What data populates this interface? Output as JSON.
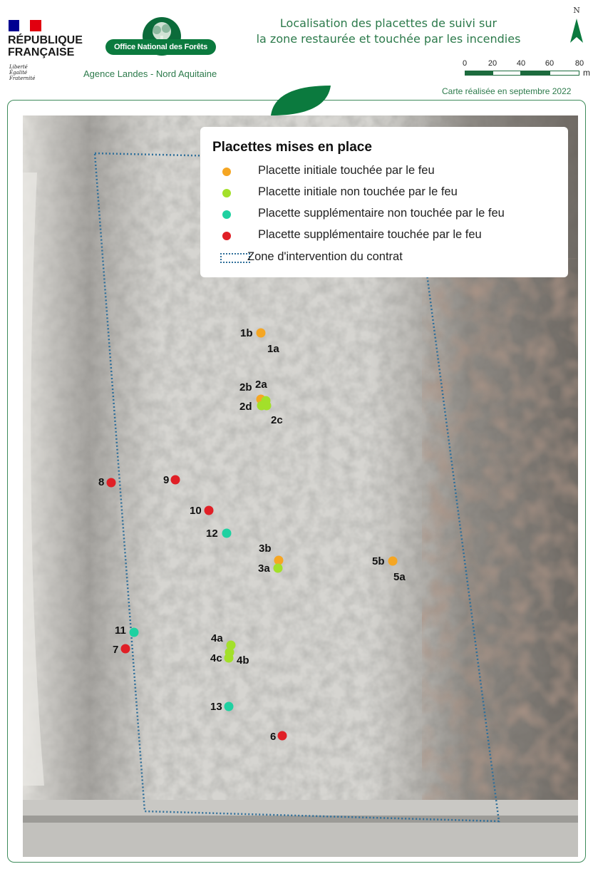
{
  "header": {
    "republique_line1": "RÉPUBLIQUE",
    "republique_line2": "FRANÇAISE",
    "motto_1": "Liberté",
    "motto_2": "Égalité",
    "motto_3": "Fraternité",
    "onf_logo_text": "Office National des Forêts",
    "agence": "Agence Landes - Nord Aquitaine",
    "title_line1": "Localisation des placettes de suivi sur",
    "title_line2": "la zone restaurée et touchée par les incendies",
    "north_label": "N",
    "scale_labels": [
      "0",
      "20",
      "40",
      "60",
      "80"
    ],
    "scale_unit": "m",
    "date_text": "Carte réalisée en  septembre 2022"
  },
  "colors": {
    "initiale_touchee": "#f5a623",
    "initiale_non_touchee": "#a3e02a",
    "supp_non_touchee": "#1fd1a1",
    "supp_touchee": "#e01f26",
    "zone": "#2f6f9a",
    "onf_green": "#0b7a3e"
  },
  "legend": {
    "title": "Placettes mises en place",
    "items": [
      {
        "label": "Placette initiale touchée par le feu",
        "color": "#f5a623"
      },
      {
        "label": "Placette initiale non touchée par le feu",
        "color": "#a3e02a"
      },
      {
        "label": "Placette supplémentaire non touchée par le feu",
        "color": "#1fd1a1"
      },
      {
        "label": "Placette supplémentaire touchée par le feu",
        "color": "#e01f26"
      }
    ],
    "zone_label": "Zone d'intervention du contrat"
  },
  "plots": {
    "p1b": "1b",
    "p1a": "1a",
    "p2b": "2b",
    "p2a": "2a",
    "p2d": "2d",
    "p2c": "2c",
    "p8": "8",
    "p9": "9",
    "p10": "10",
    "p12": "12",
    "p3b": "3b",
    "p3a": "3a",
    "p5b": "5b",
    "p5a": "5a",
    "p11": "11",
    "p7": "7",
    "p4a": "4a",
    "p4c": "4c",
    "p4b": "4b",
    "p13": "13",
    "p6": "6"
  }
}
